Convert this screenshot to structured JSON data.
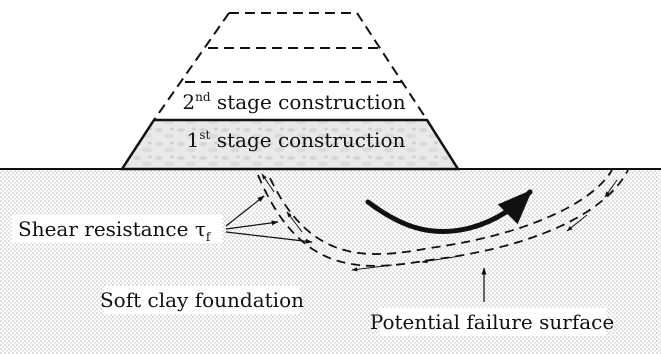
{
  "labels": {
    "stage2": {
      "pre": "2",
      "sup": "nd",
      "post": " stage construction"
    },
    "stage1": {
      "pre": "1",
      "sup": "st",
      "post": " stage construction"
    },
    "shear": {
      "text": "Shear resistance τ",
      "sub": "f"
    },
    "foundation": "Soft clay foundation",
    "failure": "Potential failure surface"
  },
  "colors": {
    "line": "#111111",
    "soil_dot": "#7a7a7a",
    "embankment_fill": "#e6e6e6"
  }
}
